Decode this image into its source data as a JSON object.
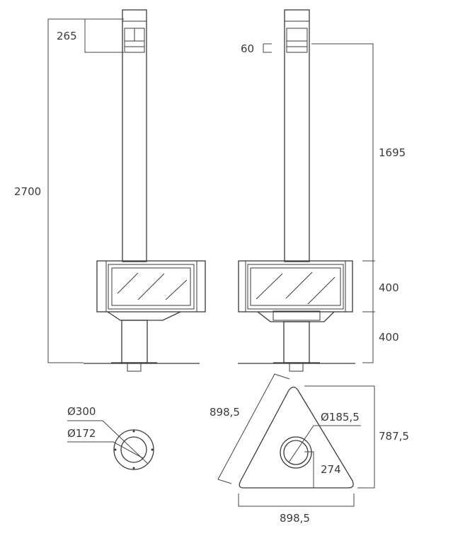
{
  "dimensions": {
    "front_chimney_collar": "265",
    "total_height": "2700",
    "side_collar": "60",
    "flue_height": "1695",
    "body_height": "400",
    "pedestal_height": "400",
    "flue_outer_diameter": "Ø300",
    "flue_inner_diameter": "Ø172",
    "triangle_side": "898,5",
    "outlet_diameter": "Ø185,5",
    "triangle_depth": "787,5",
    "outlet_offset": "274",
    "triangle_base": "898,5"
  },
  "colors": {
    "line": "#3a3a3a",
    "background": "#ffffff"
  }
}
